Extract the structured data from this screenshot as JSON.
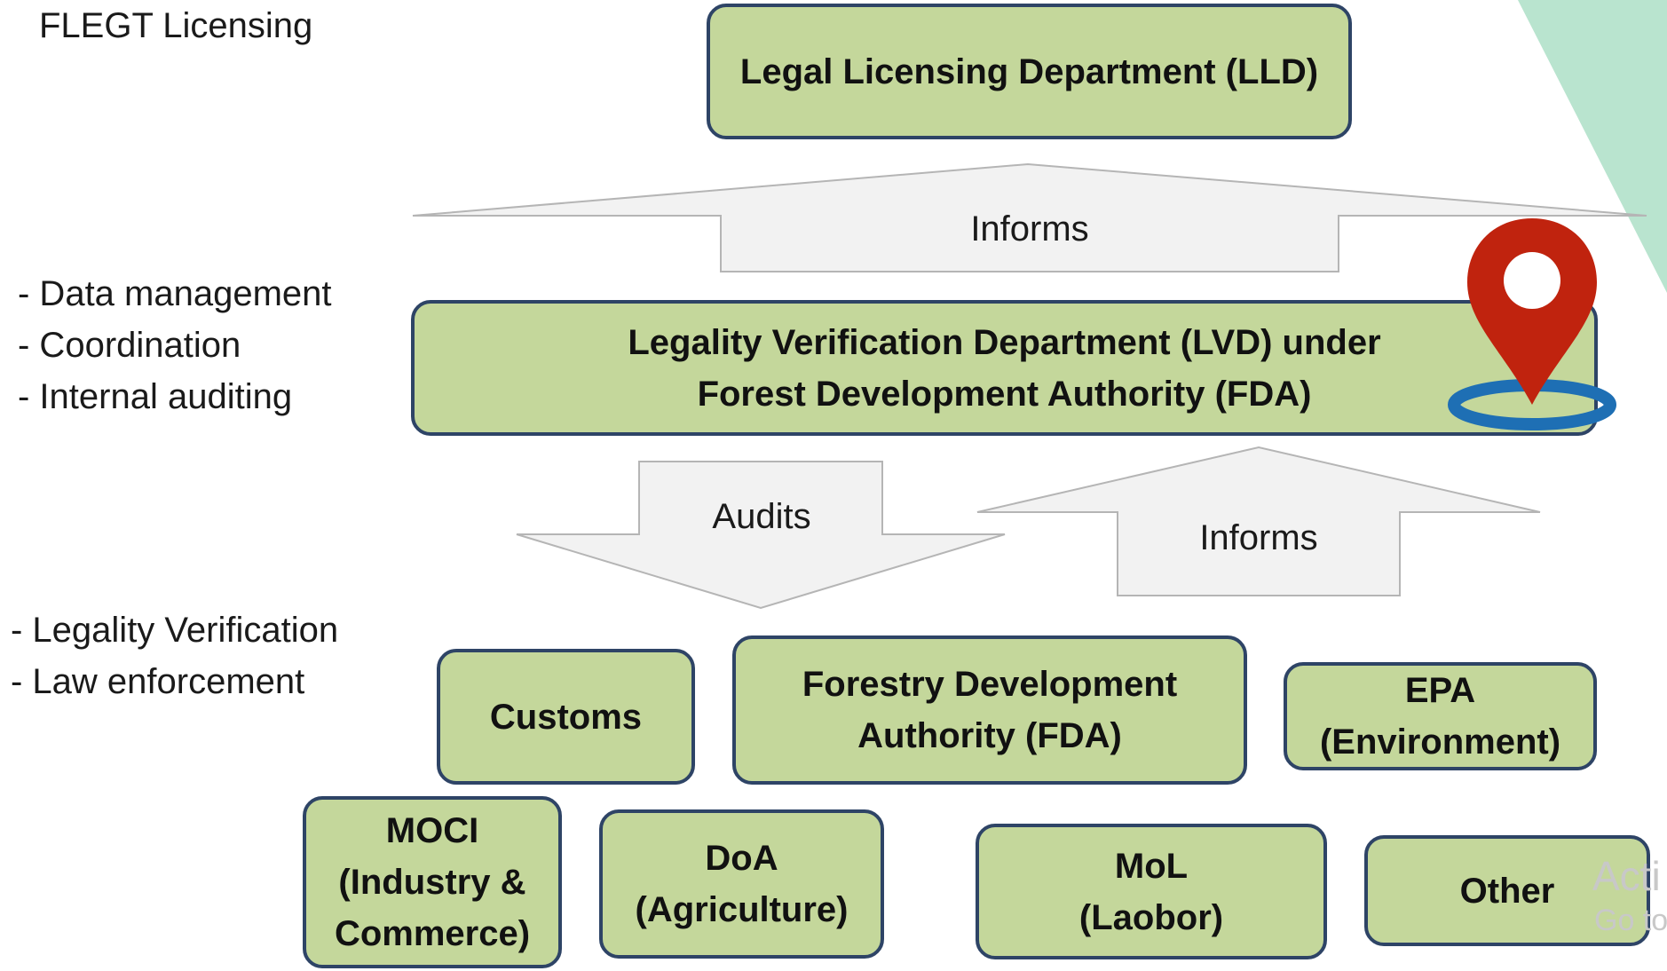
{
  "header": {
    "title": "FLEGT Licensing"
  },
  "side_notes": {
    "lvd_roles": [
      "- Data management",
      "- Coordination",
      "- Internal auditing"
    ],
    "agency_roles": [
      "- Legality Verification",
      "- Law enforcement"
    ]
  },
  "boxes": {
    "lld": "Legal Licensing Department (LLD)",
    "lvd": "Legality Verification Department (LVD) under\nForest Development Authority (FDA)",
    "customs": "Customs",
    "fda": "Forestry Development\nAuthority (FDA)",
    "epa": "EPA\n(Environment)",
    "moci": "MOCI\n(Industry &\nCommerce)",
    "doa": "DoA\n(Agriculture)",
    "mol": "MoL\n(Laobor)",
    "other": "Other"
  },
  "arrows": {
    "top_informs": "Informs",
    "audits": "Audits",
    "bottom_informs": "Informs"
  },
  "watermark": {
    "line1": "Acti",
    "line2": "Go to"
  },
  "icons": {
    "location_pin": "map-pin-icon"
  },
  "colors": {
    "box_fill": "#c4d79b",
    "box_border": "#2e4466",
    "arrow_fill": "#f2f2f2",
    "pin": "#c0230e",
    "pin_ring": "#1e6fb4",
    "accent_triangle": "#b9e4cf"
  }
}
